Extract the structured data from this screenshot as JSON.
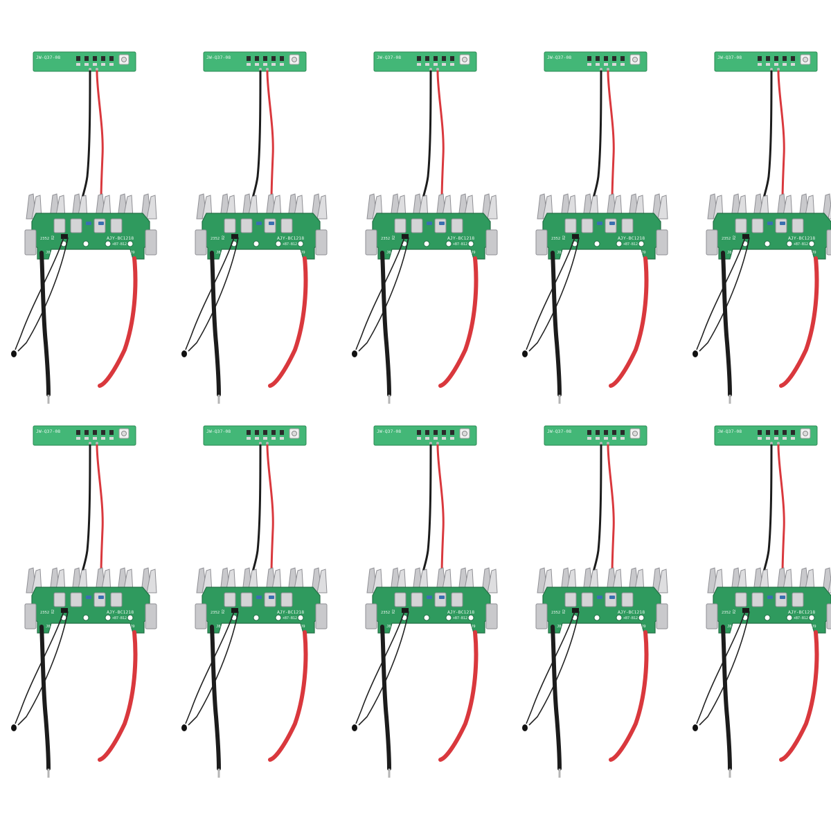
{
  "grid": {
    "rows": 2,
    "columns": 5
  },
  "colors": {
    "background": "#ffffff",
    "pcb": "#2f9a5e",
    "pcb_light": "#43b777",
    "metal": "#c9c9cc",
    "metal_dark": "#8e8e93",
    "wire_red": "#d9383d",
    "wire_black": "#1c1c1c"
  },
  "silkscreen": {
    "main_board": "AJY-BC1218",
    "main_board_sub": "+B7-B12",
    "main_board_left": "2352",
    "pad_left": "J8",
    "pad_right": "J9",
    "pad_mid": "R2",
    "top_board": "JW-Q37-08"
  },
  "modules": [
    {
      "row": 1,
      "col": 1
    },
    {
      "row": 1,
      "col": 2
    },
    {
      "row": 1,
      "col": 3
    },
    {
      "row": 1,
      "col": 4
    },
    {
      "row": 1,
      "col": 5
    },
    {
      "row": 2,
      "col": 1
    },
    {
      "row": 2,
      "col": 2
    },
    {
      "row": 2,
      "col": 3
    },
    {
      "row": 2,
      "col": 4
    },
    {
      "row": 2,
      "col": 5
    }
  ]
}
